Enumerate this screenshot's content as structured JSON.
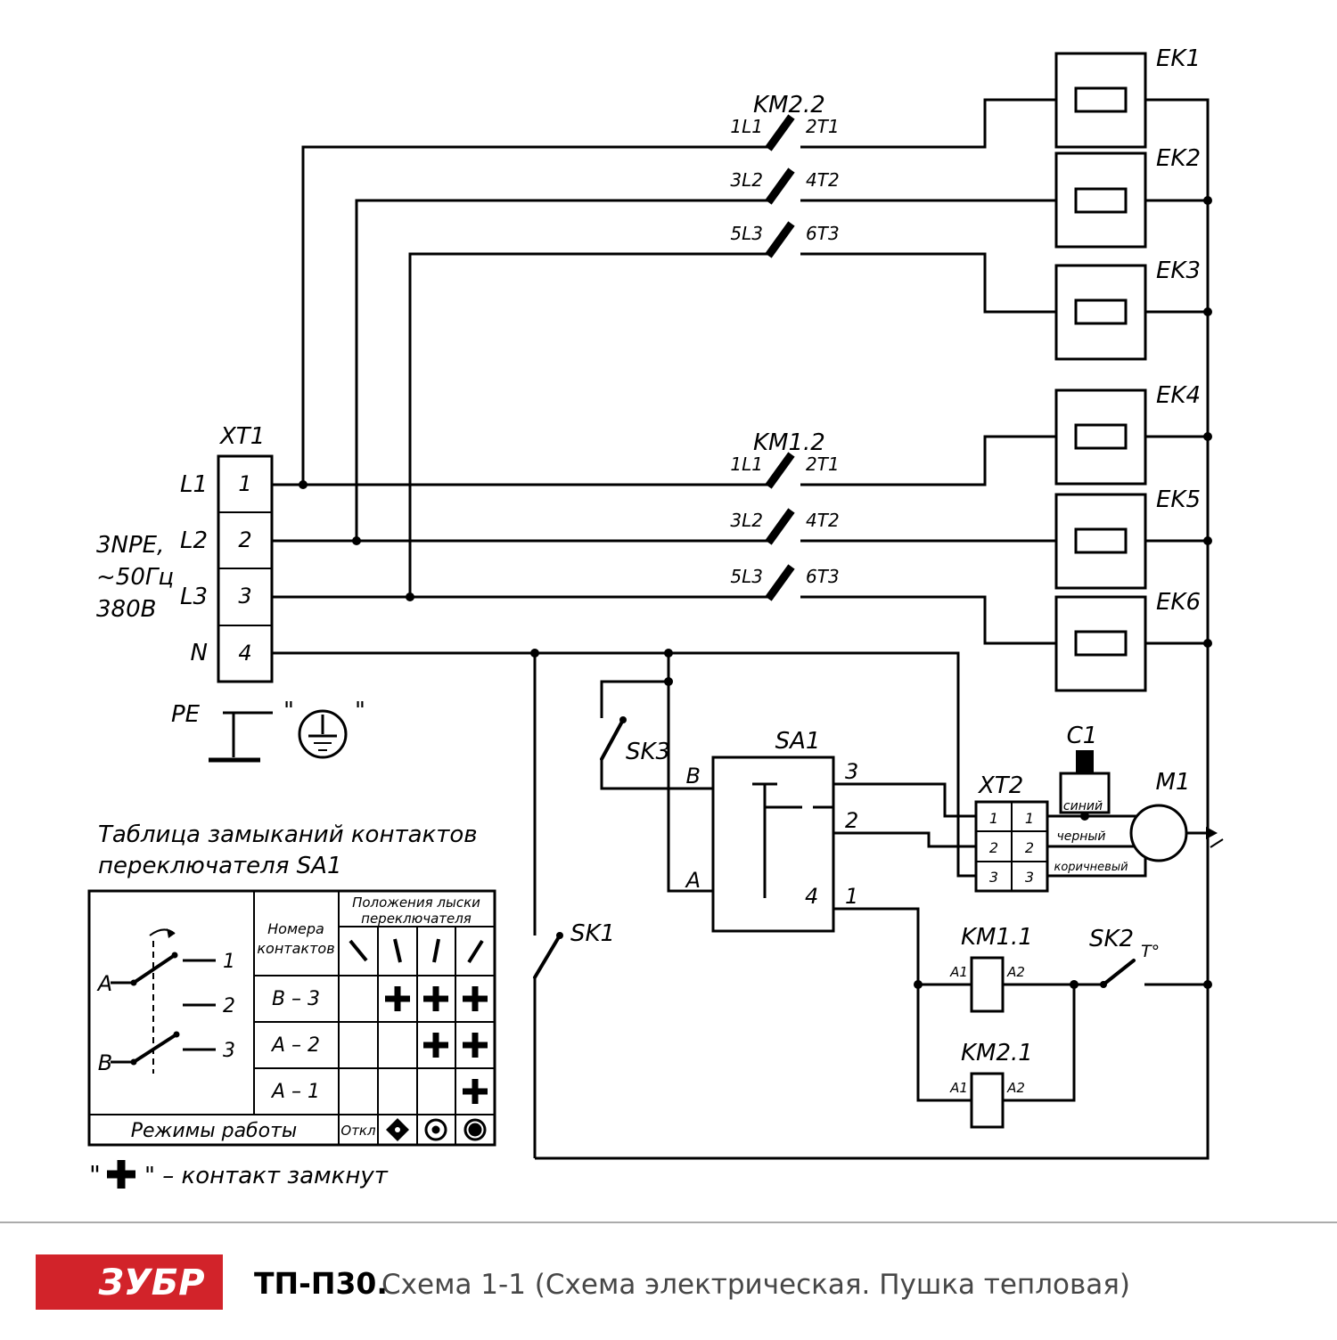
{
  "schematic": {
    "quote": "\"",
    "xt1": {
      "label": "XT1",
      "t1": "1",
      "t2": "2",
      "t3": "3",
      "t4": "4",
      "l1": "L1",
      "l2": "L2",
      "l3": "L3",
      "n": "N",
      "supply1": "3NPE,",
      "supply2": "~50Гц",
      "supply3": "380В",
      "pe": "PE"
    },
    "km22": {
      "label": "KM2.2",
      "p1in": "1L1",
      "p1out": "2T1",
      "p2in": "3L2",
      "p2out": "4T2",
      "p3in": "5L3",
      "p3out": "6T3"
    },
    "km12": {
      "label": "KM1.2",
      "p1in": "1L1",
      "p1out": "2T1",
      "p2in": "3L2",
      "p2out": "4T2",
      "p3in": "5L3",
      "p3out": "6T3"
    },
    "heaters": {
      "ek1": "EK1",
      "ek2": "EK2",
      "ek3": "EK3",
      "ek4": "EK4",
      "ek5": "EK5",
      "ek6": "EK6"
    },
    "sk3": "SK3",
    "sk1": "SK1",
    "sa1": {
      "label": "SA1",
      "pin_b": "B",
      "pin_a": "A",
      "pin_3": "3",
      "pin_2": "2",
      "pin_1": "1",
      "pin_4": "4"
    },
    "xt2": {
      "label": "XT2",
      "l1": "1",
      "l2": "2",
      "l3": "3",
      "r1": "1",
      "r2": "2",
      "r3": "3"
    },
    "c1": "C1",
    "m1": "M1",
    "wire_blue": "синий",
    "wire_black": "черный",
    "wire_brown": "коричневый",
    "km11": {
      "label": "KM1.1",
      "a1": "A1",
      "a2": "A2"
    },
    "km21": {
      "label": "KM2.1",
      "a1": "A1",
      "a2": "A2"
    },
    "sk2": {
      "label": "SK2",
      "t": "T°"
    }
  },
  "table": {
    "title1": "Таблица замыканий контактов",
    "title2": "переключателя SA1",
    "hdr_num1": "Номера",
    "hdr_num2": "контактов",
    "hdr_pos1": "Положения лыски",
    "hdr_pos2": "переключателя",
    "row1": "B – 3",
    "row2": "A – 2",
    "row3": "A – 1",
    "matrix": [
      [
        false,
        true,
        true,
        true
      ],
      [
        false,
        false,
        true,
        true
      ],
      [
        false,
        false,
        false,
        true
      ]
    ],
    "modes": "Режимы работы",
    "off": "Откл",
    "a": "A",
    "b": "B",
    "n1": "1",
    "n2": "2",
    "n3": "3"
  },
  "legend": {
    "quote": "\"",
    "text": "\" – контакт замкнут"
  },
  "footer": {
    "brand": "ЗУБР",
    "model": "ТП-П30.",
    "caption": "Схема 1-1 (Схема электрическая. Пушка тепловая)"
  }
}
